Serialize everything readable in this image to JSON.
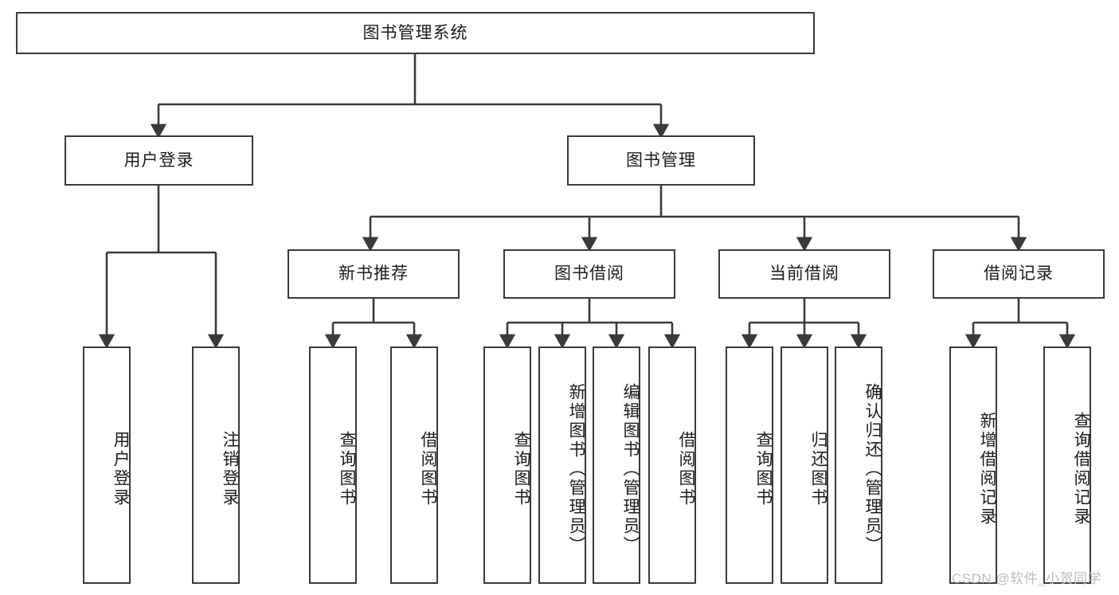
{
  "diagram": {
    "title": "图书管理系统",
    "type": "tree",
    "theme": {
      "background": "#ffffff",
      "node_border": "#3a3a3a",
      "node_fill": "#ffffff",
      "edge_color": "#3a3a3a",
      "text_color": "#1c1c1c",
      "watermark_color": "#bdbdbd"
    },
    "root": {
      "id": "root",
      "label": "图书管理系统"
    },
    "level2": [
      {
        "id": "user-login",
        "label": "用户登录"
      },
      {
        "id": "book-manage",
        "label": "图书管理"
      }
    ],
    "level3": [
      {
        "id": "new-book-recommend",
        "label": "新书推荐",
        "parent": "book-manage"
      },
      {
        "id": "book-borrow",
        "label": "图书借阅",
        "parent": "book-manage"
      },
      {
        "id": "current-borrow",
        "label": "当前借阅",
        "parent": "book-manage"
      },
      {
        "id": "borrow-record",
        "label": "借阅记录",
        "parent": "book-manage"
      }
    ],
    "leaves": {
      "user_login": [
        {
          "id": "leaf-user-login",
          "label": "用户登录"
        },
        {
          "id": "leaf-logout",
          "label": "注销登录"
        }
      ],
      "new_book_recommend": [
        {
          "id": "leaf-query-book-1",
          "label": "查询图书"
        },
        {
          "id": "leaf-borrow-book-1",
          "label": "借阅图书"
        }
      ],
      "book_borrow": [
        {
          "id": "leaf-query-book-2",
          "label": "查询图书"
        },
        {
          "id": "leaf-add-book",
          "label": "新增图书（管理员）"
        },
        {
          "id": "leaf-edit-book",
          "label": "编辑图书（管理员）"
        },
        {
          "id": "leaf-borrow-book-2",
          "label": "借阅图书"
        }
      ],
      "current_borrow": [
        {
          "id": "leaf-query-book-3",
          "label": "查询图书"
        },
        {
          "id": "leaf-return-book",
          "label": "归还图书"
        },
        {
          "id": "leaf-confirm-return",
          "label": "确认归还（管理员）"
        }
      ],
      "borrow_record": [
        {
          "id": "leaf-add-record",
          "label": "新增借阅记录"
        },
        {
          "id": "leaf-query-record",
          "label": "查询借阅记录"
        }
      ]
    }
  },
  "watermark": {
    "text": "CSDN @软件_小贺同学"
  }
}
